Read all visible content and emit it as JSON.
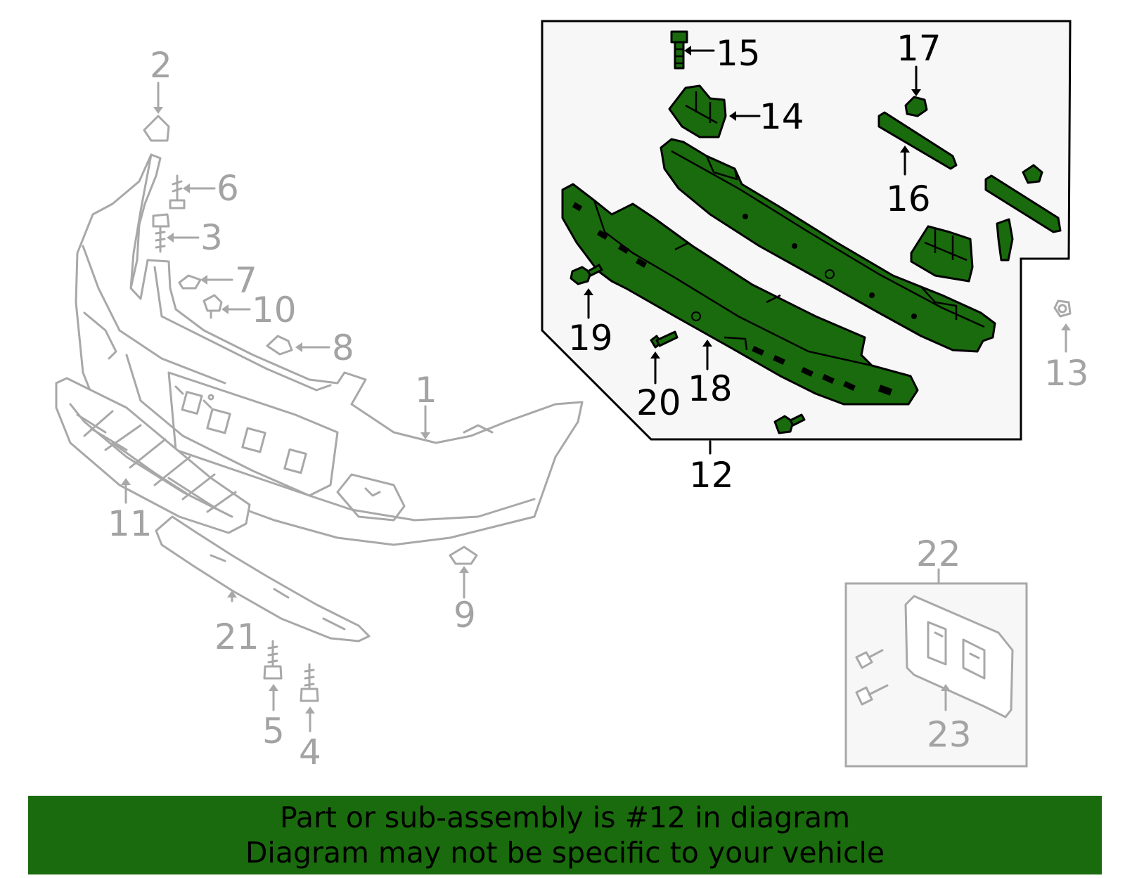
{
  "callouts": {
    "c1": "1",
    "c2": "2",
    "c3": "3",
    "c4": "4",
    "c5": "5",
    "c6": "6",
    "c7": "7",
    "c8": "8",
    "c9": "9",
    "c10": "10",
    "c11": "11",
    "c12": "12",
    "c13": "13",
    "c14": "14",
    "c15": "15",
    "c16": "16",
    "c17": "17",
    "c18": "18",
    "c19": "19",
    "c20": "20",
    "c21": "21",
    "c22": "22",
    "c23": "23"
  },
  "banner": {
    "line1": "Part or sub-assembly is #12 in diagram",
    "line2": "Diagram may not be specific to your vehicle"
  },
  "colors": {
    "highlight_green": "#1a6b0d",
    "grey_parts": "#a8a8a8",
    "callout_grey": "#a3a3a3",
    "inset_background": "#f7f7f7"
  }
}
